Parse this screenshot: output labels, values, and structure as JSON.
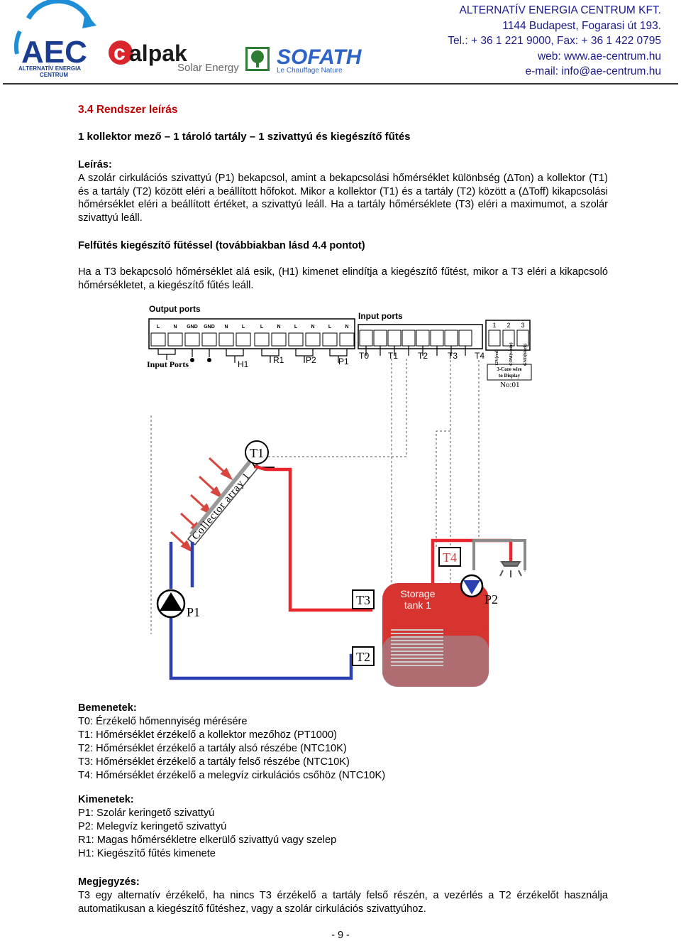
{
  "header": {
    "logos": {
      "aec_main": "AEC",
      "aec_sub1": "ALTERNATÍV ENERGIA",
      "aec_sub2": "CENTRUM",
      "alpak_main": "alpak",
      "alpak_sub": "Solar Energy",
      "sofath_main": "SOFATH",
      "sofath_sub": "Le Chauffage Nature"
    },
    "company": "ALTERNATÍV ENERGIA CENTRUM KFT.",
    "address": "1144 Budapest, Fogarasi út 193.",
    "phone": "Tel.: + 36 1 221 9000, Fax: + 36 1 422 0795",
    "web": "web: www.ae-centrum.hu",
    "email": "e-mail: info@ae-centrum.hu"
  },
  "doc": {
    "section_title": "3.4 Rendszer leírás",
    "subtitle": "1 kollektor mező – 1 tároló tartály – 1 szivattyú és kiegészítő fűtés",
    "desc_heading": "Leírás:",
    "desc_text": "A szolár cirkulációs szivattyú (P1) bekapcsol, amint a bekapcsolási hőmérséklet különbség (ΔTon) a kollektor (T1) és a tartály (T2) között eléri a beállított hőfokot. Mikor a kollektor (T1) és a tartály (T2) között a (ΔToff) kikapcsolási hőmérséklet eléri a beállított értéket, a szivattyú leáll. Ha a tartály hőmérséklete (T3) eléri a maximumot, a szolár szivattyú leáll.",
    "heating_heading": "Felfűtés kiegészítő fűtéssel (továbbiakban lásd 4.4 pontot)",
    "heating_text": "Ha a T3 bekapcsoló hőmérséklet alá esik, (H1) kimenet elindítja a kiegészítő fűtést, mikor a T3 eléri a kikapcsoló hőmérsékletet, a kiegészítő fűtés leáll.",
    "inputs_heading": "Bemenetek:",
    "inputs": [
      "T0: Érzékelő hőmennyiség mérésére",
      "T1: Hőmérséklet érzékelő a kollektor mezőhöz (PT1000)",
      "T2: Hőmérséklet érzékelő a tartály alsó részébe (NTC10K)",
      "T3: Hőmérséklet érzékelő a tartály felső részébe (NTC10K)",
      "T4: Hőmérséklet érzékelő a melegvíz cirkulációs csőhöz (NTC10K)"
    ],
    "outputs_heading": "Kimenetek:",
    "outputs": [
      "P1: Szolár keringető szivattyú",
      "P2: Melegvíz keringető szivattyú",
      "R1: Magas hőmérsékletre elkerülő szivattyú vagy szelep",
      "H1: Kiegészítő fűtés kimenete"
    ],
    "note_heading": "Megjegyzés:",
    "note_text": "T3 egy alternatív érzékelő, ha nincs T3 érzékelő a tartály felső részén, a vezérlés a T2 érzékelőt használja automatikusan a kiegészítő fűtéshez, vagy a szolár cirkulációs szivattyúhoz.",
    "page_number": "- 9 -"
  },
  "diagram": {
    "output_ports_title": "Output ports",
    "input_ports_title": "Input ports",
    "input_ports_label": "Input Ports",
    "out_terms": [
      "L",
      "N",
      "GND",
      "GND",
      "N",
      "L",
      "L",
      "N",
      "L",
      "N",
      "L",
      "N"
    ],
    "out_labels": [
      "H1",
      "R1",
      "P2",
      "P1"
    ],
    "in_labels": [
      "T0",
      "T1",
      "T2",
      "T3",
      "T4"
    ],
    "display_nums": [
      "1",
      "2",
      "3"
    ],
    "display_wires": [
      "12V(red)",
      "COM(white)",
      "GND(black)"
    ],
    "display_note1": "3-Core wire",
    "display_note2": "to Display",
    "display_no": "No:01",
    "t1": "T1",
    "t2": "T2",
    "t3": "T3",
    "t4": "T4",
    "p1": "P1",
    "p2": "P2",
    "collector": "Collector array 1",
    "storage1": "Storage",
    "storage2": "tank 1",
    "colors": {
      "hot": "#e8262c",
      "cold": "#2a3fb0",
      "return": "#8a8a8a",
      "tank": "#d7332f",
      "sun": "#d8463f"
    }
  }
}
